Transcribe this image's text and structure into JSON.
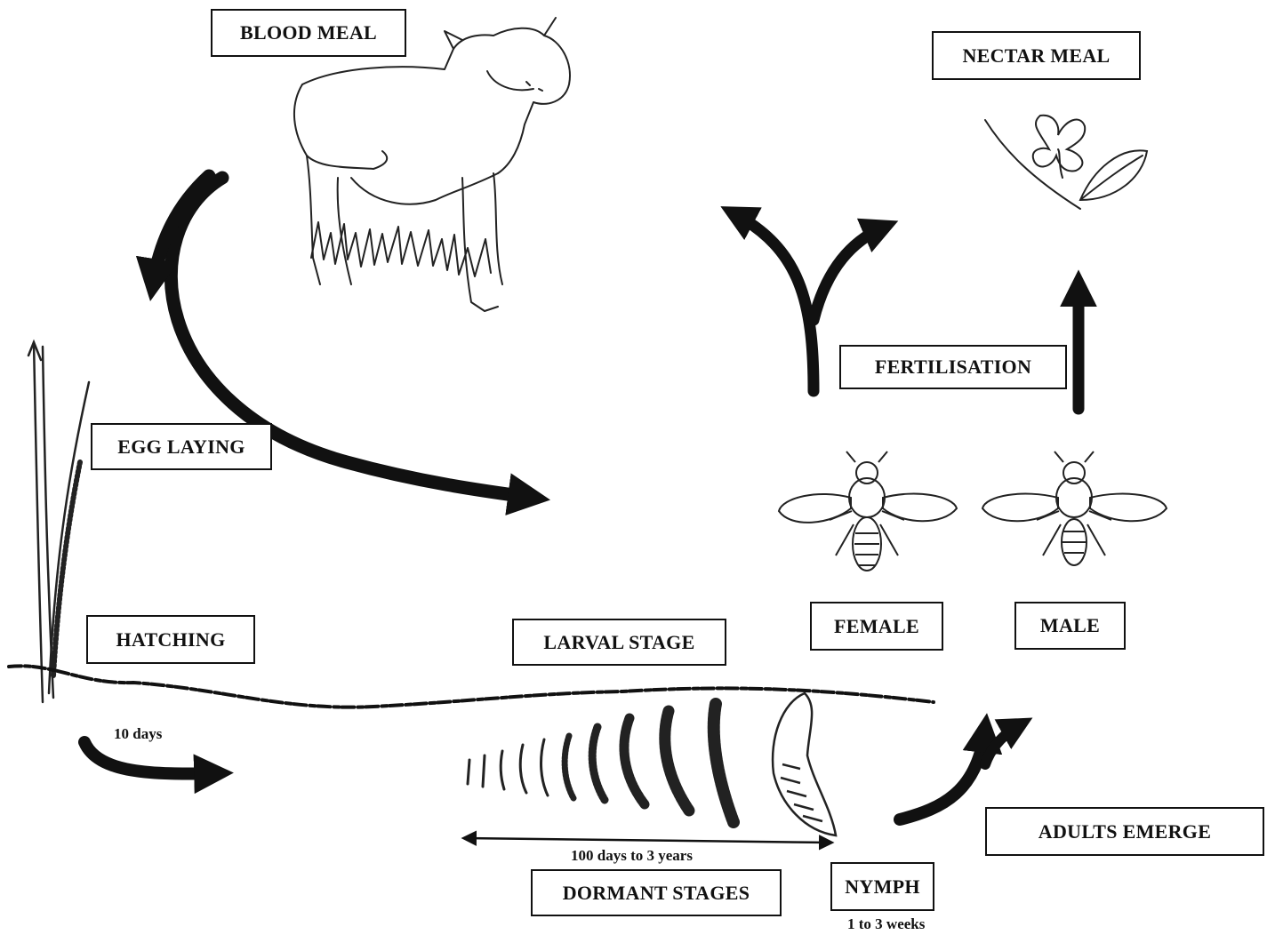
{
  "labels": {
    "blood_meal": "BLOOD MEAL",
    "nectar_meal": "NECTAR MEAL",
    "fertilisation": "FERTILISATION",
    "egg_laying": "EGG LAYING",
    "hatching": "HATCHING",
    "larval_stage": "LARVAL STAGE",
    "female": "FEMALE",
    "male": "MALE",
    "adults_emerge": "ADULTS EMERGE",
    "dormant_stages": "DORMANT STAGES",
    "nymph": "NYMPH"
  },
  "notes": {
    "hatching_duration": "10 days",
    "dormant_duration": "100 days to 3 years",
    "nymph_duration": "1 to 3 weeks"
  }
}
